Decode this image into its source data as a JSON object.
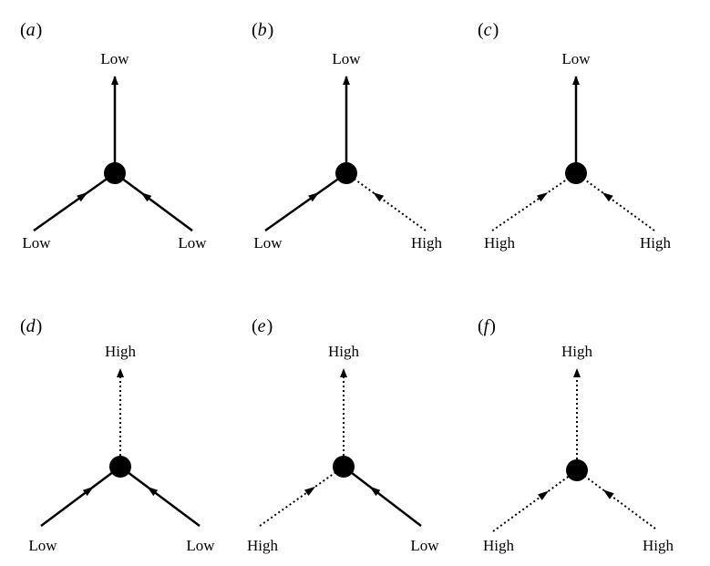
{
  "panels": [
    {
      "id": "a",
      "label": "a",
      "top": {
        "text": "Low",
        "state": "low"
      },
      "left": {
        "text": "Low",
        "state": "low"
      },
      "right": {
        "text": "Low",
        "state": "low"
      }
    },
    {
      "id": "b",
      "label": "b",
      "top": {
        "text": "Low",
        "state": "low"
      },
      "left": {
        "text": "Low",
        "state": "low"
      },
      "right": {
        "text": "High",
        "state": "high"
      }
    },
    {
      "id": "c",
      "label": "c",
      "top": {
        "text": "Low",
        "state": "low"
      },
      "left": {
        "text": "High",
        "state": "high"
      },
      "right": {
        "text": "High",
        "state": "high"
      }
    },
    {
      "id": "d",
      "label": "d",
      "top": {
        "text": "High",
        "state": "high"
      },
      "left": {
        "text": "Low",
        "state": "low"
      },
      "right": {
        "text": "Low",
        "state": "low"
      }
    },
    {
      "id": "e",
      "label": "e",
      "top": {
        "text": "High",
        "state": "high"
      },
      "left": {
        "text": "High",
        "state": "high"
      },
      "right": {
        "text": "Low",
        "state": "low"
      }
    },
    {
      "id": "f",
      "label": "f",
      "top": {
        "text": "High",
        "state": "high"
      },
      "left": {
        "text": "High",
        "state": "high"
      },
      "right": {
        "text": "High",
        "state": "high"
      }
    }
  ],
  "styles": {
    "line_color": "#000000",
    "node_color": "#000000"
  }
}
